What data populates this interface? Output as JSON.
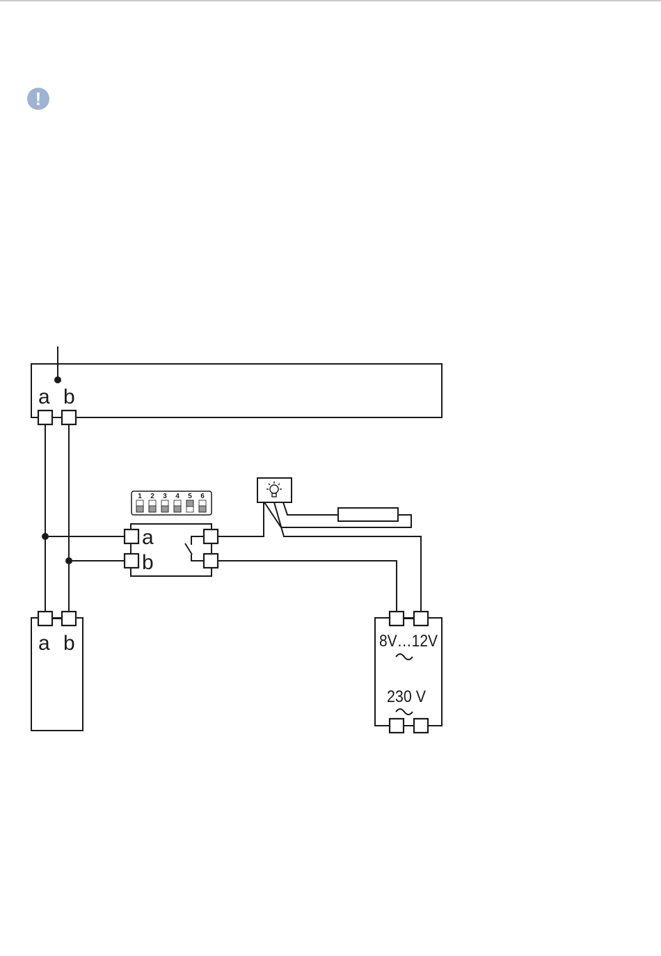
{
  "icons": {
    "notice": "exclamation-icon",
    "lamp": "light-bulb-icon",
    "tilde": "tilde-ac-icon"
  },
  "colors": {
    "notice_icon": "#9fb3d6",
    "wire": "#1a1a1a",
    "dip_off": "#9a9a9a"
  },
  "notice": {
    "symbol": "!"
  },
  "bus_device": {
    "terminal_a": "a",
    "terminal_b": "b"
  },
  "relay_module": {
    "terminal_a": "a",
    "terminal_b": "b",
    "dip_switches": [
      {
        "label": "1",
        "state": "off"
      },
      {
        "label": "2",
        "state": "off"
      },
      {
        "label": "3",
        "state": "off"
      },
      {
        "label": "4",
        "state": "off"
      },
      {
        "label": "5",
        "state": "on"
      },
      {
        "label": "6",
        "state": "off"
      }
    ]
  },
  "handset_device": {
    "terminal_a": "a",
    "terminal_b": "b"
  },
  "transformer": {
    "secondary_voltage": "8V…12V",
    "primary_voltage": "230 V"
  }
}
